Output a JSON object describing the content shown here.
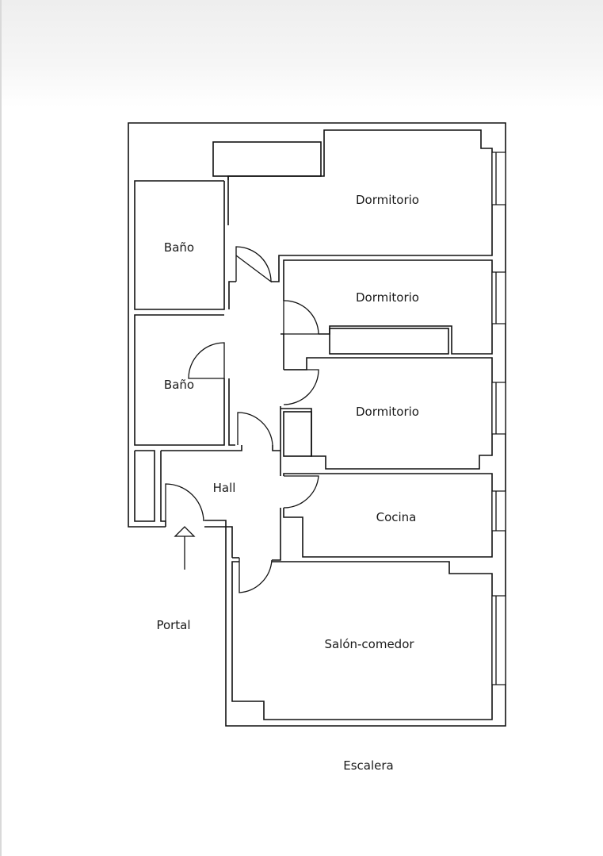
{
  "labels": {
    "dormitorio_1": "Dormitorio",
    "dormitorio_2": "Dormitorio",
    "dormitorio_3": "Dormitorio",
    "bano_1": "Baño",
    "bano_2": "Baño",
    "hall": "Hall",
    "cocina": "Cocina",
    "salon": "Salón-comedor",
    "portal": "Portal",
    "escalera": "Escalera"
  },
  "colors": {
    "line": "#111111",
    "text": "#1a1a1a",
    "page": "#ffffff",
    "band": "#eeeeee"
  }
}
